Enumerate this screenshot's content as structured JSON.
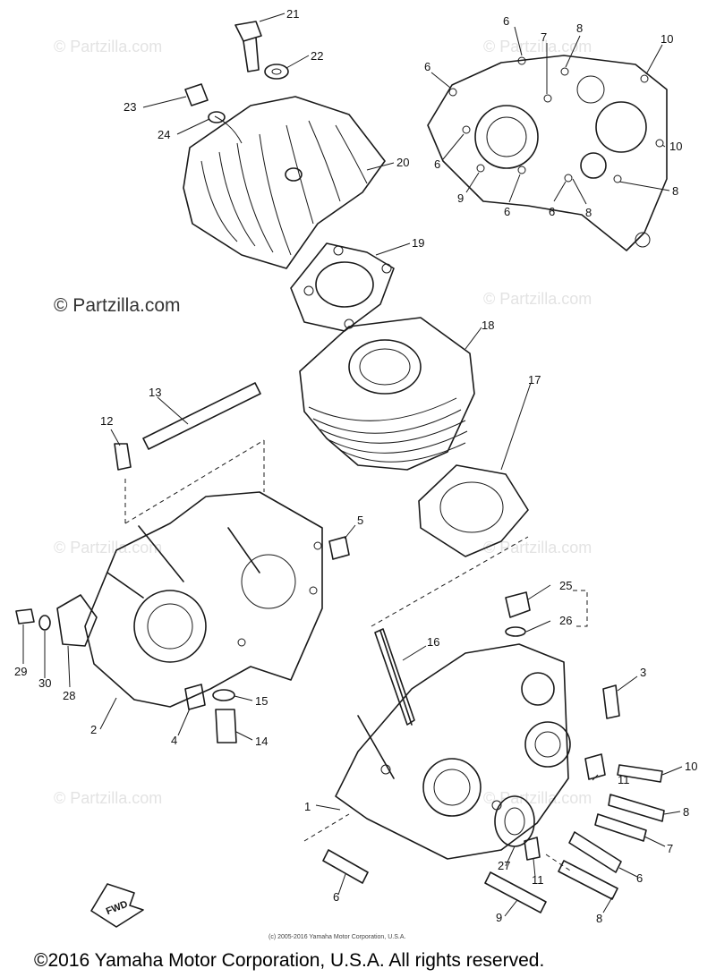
{
  "watermarks": {
    "faint": "© Partzilla.com",
    "prominent": "© Partzilla.com"
  },
  "small_copyright": "(c) 2005-2016 Yamaha Motor Corporation, U.S.A.",
  "footer_copyright": "©2016 Yamaha Motor Corporation, U.S.A. All rights reserved.",
  "fwd_label": "FWD",
  "callouts": {
    "c21": "21",
    "c22": "22",
    "c23": "23",
    "c24": "24",
    "c20": "20",
    "c19": "19",
    "c18": "18",
    "c17": "17",
    "c13": "13",
    "c12": "12",
    "c5": "5",
    "c29": "29",
    "c30": "30",
    "c28": "28",
    "c2": "2",
    "c4": "4",
    "c15": "15",
    "c14": "14",
    "c16": "16",
    "c25": "25",
    "c26": "26",
    "c3": "3",
    "c1": "1",
    "c10b": "10",
    "c11a": "11",
    "c8b": "8",
    "c7b": "7",
    "c6c": "6",
    "c6b": "6",
    "c27": "27",
    "c11b": "11",
    "c9b": "9",
    "c8c": "8",
    "ref6a": "6",
    "ref7": "7",
    "ref8a": "8",
    "ref10a": "10",
    "ref6b": "6",
    "ref10b": "10",
    "ref6c": "6",
    "ref9": "9",
    "ref6d": "6",
    "ref6e": "6",
    "ref8b": "8",
    "ref8c": "8"
  }
}
